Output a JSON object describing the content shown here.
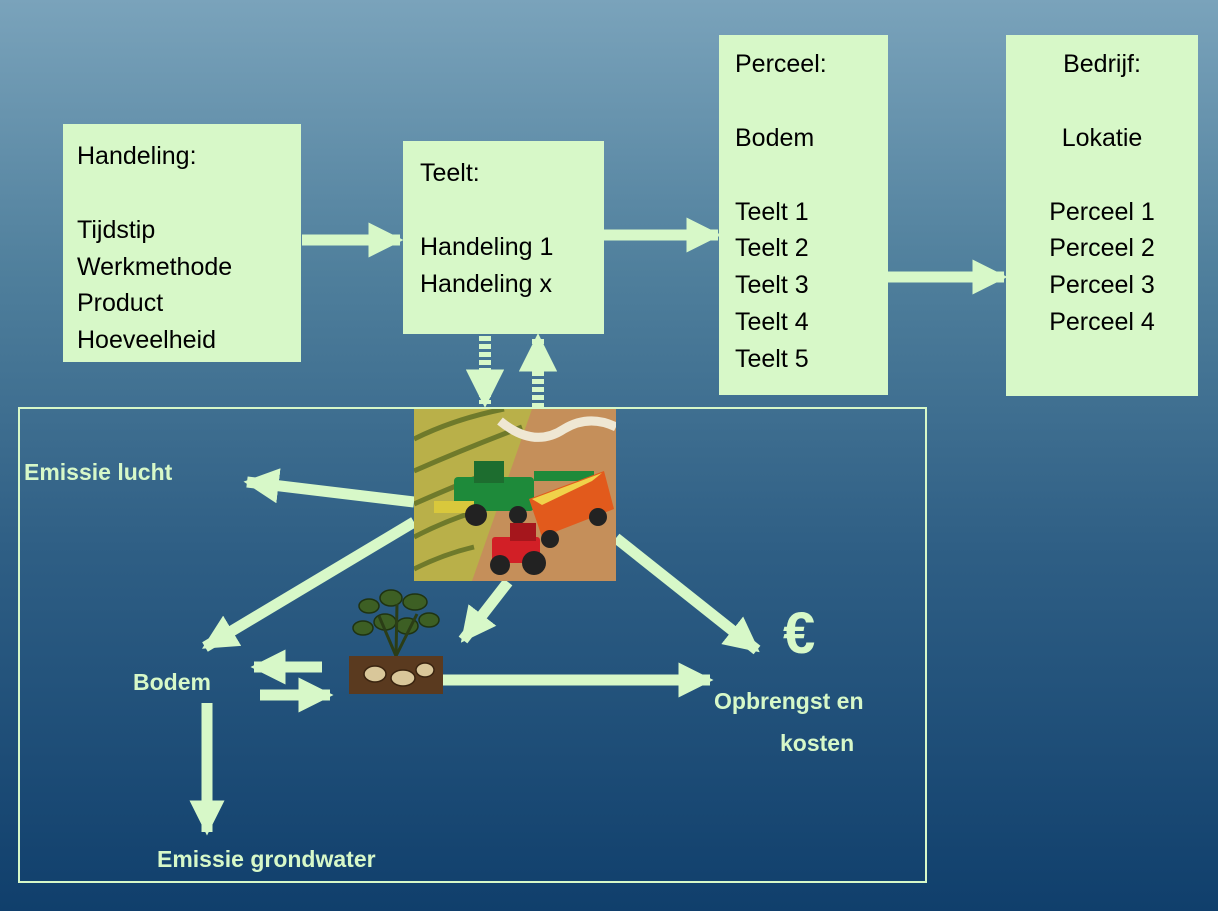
{
  "handeling_box": {
    "title": "Handeling:",
    "items": [
      "Tijdstip",
      "Werkmethode",
      "Product",
      "Hoeveelheid"
    ]
  },
  "teelt_box": {
    "title": "Teelt:",
    "items": [
      "Handeling 1",
      "Handeling x"
    ]
  },
  "perceel_box": {
    "title": "Perceel:",
    "subtitle": "Bodem",
    "items": [
      "Teelt 1",
      "Teelt 2",
      "Teelt 3",
      "Teelt 4",
      "Teelt 5"
    ]
  },
  "bedrijf_box": {
    "title": "Bedrijf:",
    "subtitle": "Lokatie",
    "items": [
      "Perceel 1",
      "Perceel 2",
      "Perceel 3",
      "Perceel 4"
    ]
  },
  "labels": {
    "emissie_lucht": "Emissie lucht",
    "bodem": "Bodem",
    "emissie_grondwater": "Emissie grondwater",
    "euro": "€",
    "opbrengst_line1": "Opbrengst en",
    "opbrengst_line2": "kosten"
  },
  "icons": {
    "farm_scene": "harvester-tractor-field-icon",
    "plant": "potato-plant-roots-icon"
  },
  "colors": {
    "box_fill": "#d7f8c8",
    "arrow": "#d7f8c8",
    "label_text": "#d7f8c8",
    "background_top": "#7aa3bb",
    "background_bottom": "#103f6c"
  }
}
